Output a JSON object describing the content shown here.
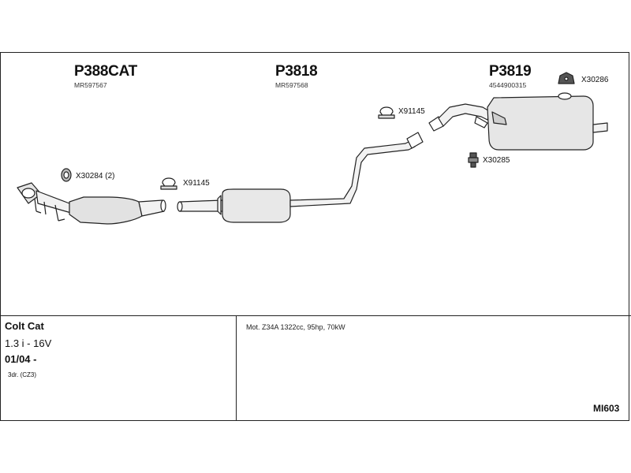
{
  "parts": {
    "cat": {
      "number": "P388CAT",
      "oe": "MR597567"
    },
    "middle": {
      "number": "P3818",
      "oe": "MR597568"
    },
    "rear": {
      "number": "P3819",
      "oe": "4544900315"
    }
  },
  "fittings": {
    "x30286": "X30286",
    "x91145_top": "X91145",
    "x30285": "X30285",
    "x30284": "X30284 (2)",
    "x91145_mid": "X91145"
  },
  "vehicle": {
    "model": "Colt Cat",
    "engine": "1.3 i - 16V",
    "year": "01/04 -",
    "body": "3dr. (CZ3)"
  },
  "spec": "Mot. Z34A 1322cc, 95hp, 70kW",
  "kit_code": "MI603"
}
